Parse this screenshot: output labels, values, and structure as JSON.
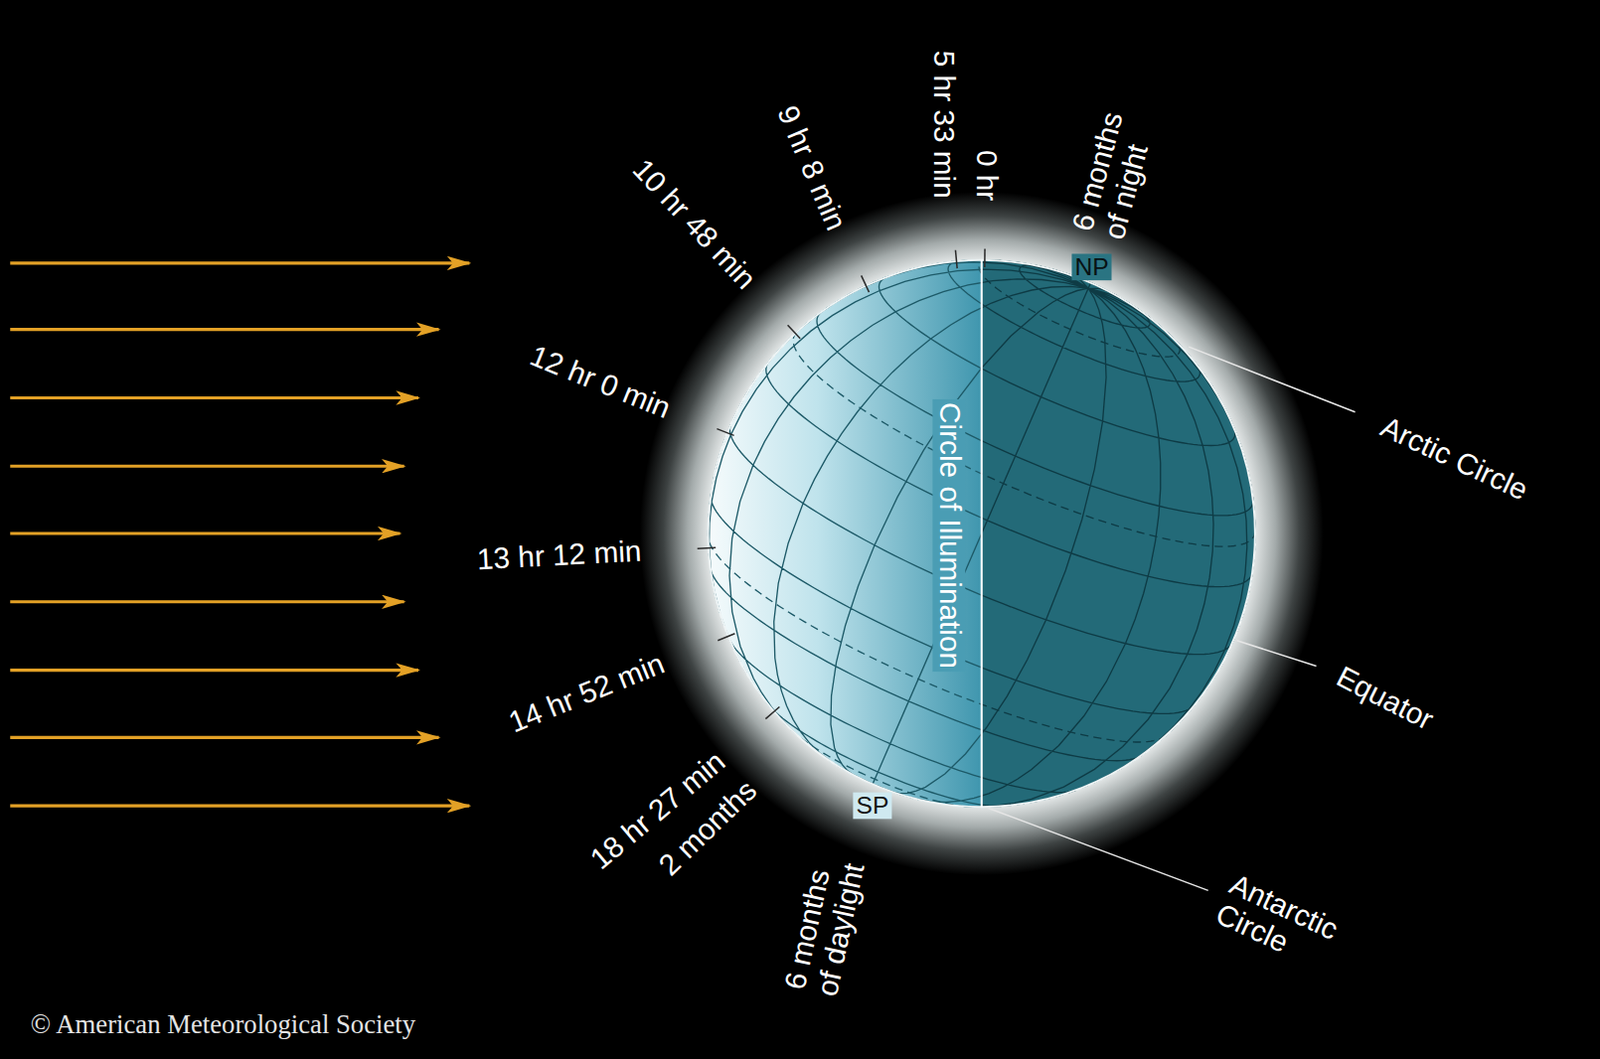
{
  "diagram": {
    "labels": [
      "10 hr 48 min",
      "9 hr 8 min",
      "5 hr 33 min",
      "0 hr",
      "6 months of night",
      "NP",
      "12 hr 0 min",
      "13 hr 12 min",
      "14 hr 52 min",
      "18 hr 27 min",
      "2 months",
      "6 months of daylight",
      "SP",
      "Circle of Illumination",
      "Arctic Circle",
      "Equator",
      "Antarctic Circle",
      "© American Meteorological Society"
    ]
  }
}
